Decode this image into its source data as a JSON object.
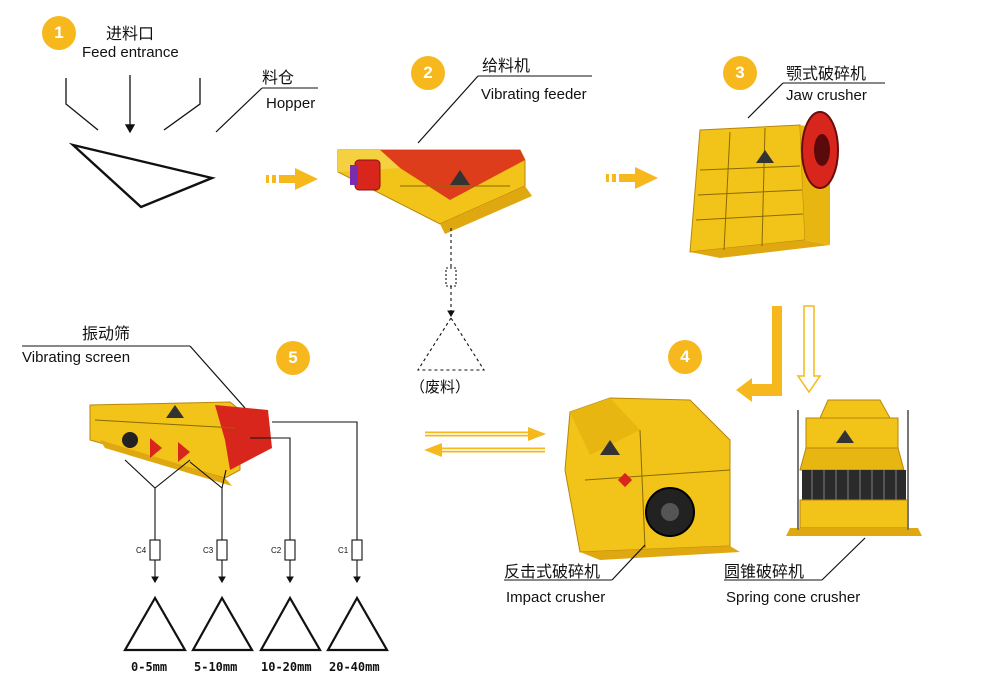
{
  "steps": [
    {
      "number": "1",
      "label_cn": "进料口",
      "label_en": "Feed entrance",
      "sub_cn": "料仓",
      "sub_en": "Hopper"
    },
    {
      "number": "2",
      "label_cn": "给料机",
      "label_en": "Vibrating feeder",
      "waste": "（废料）"
    },
    {
      "number": "3",
      "label_cn": "颚式破碎机",
      "label_en": "Jaw crusher"
    },
    {
      "number": "4",
      "impact_cn": "反击式破碎机",
      "impact_en": "Impact crusher",
      "cone_cn": "圆锥破碎机",
      "cone_en": "Spring cone crusher"
    },
    {
      "number": "5",
      "label_cn": "振动筛",
      "label_en": "Vibrating screen"
    }
  ],
  "outputs": [
    {
      "code": "C4",
      "size": "0-5mm"
    },
    {
      "code": "C3",
      "size": "5-10mm"
    },
    {
      "code": "C2",
      "size": "10-20mm"
    },
    {
      "code": "C1",
      "size": "20-40mm"
    }
  ],
  "colors": {
    "badge": "#f6b81c",
    "arrow": "#f6b81c",
    "machine": "#f2c318",
    "accent": "#d9261c"
  }
}
